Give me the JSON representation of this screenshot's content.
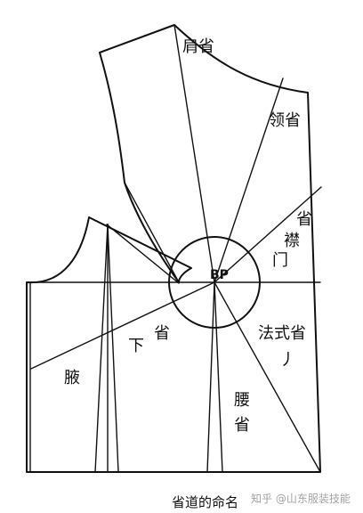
{
  "labels": {
    "shoulder_dart": "肩省",
    "neck_dart": "领省",
    "placket_dart_1": "省",
    "placket_dart_2": "襟",
    "placket_dart_3": "门",
    "bp": "BP",
    "french_dart_1": "法式省",
    "french_dart_2": "丿",
    "underarm_1": "省",
    "underarm_2": "下",
    "underarm_3": "腋",
    "waist_1": "腰",
    "waist_2": "省"
  },
  "caption": "省道的命名",
  "watermark": "知乎 @山东服装技能"
}
